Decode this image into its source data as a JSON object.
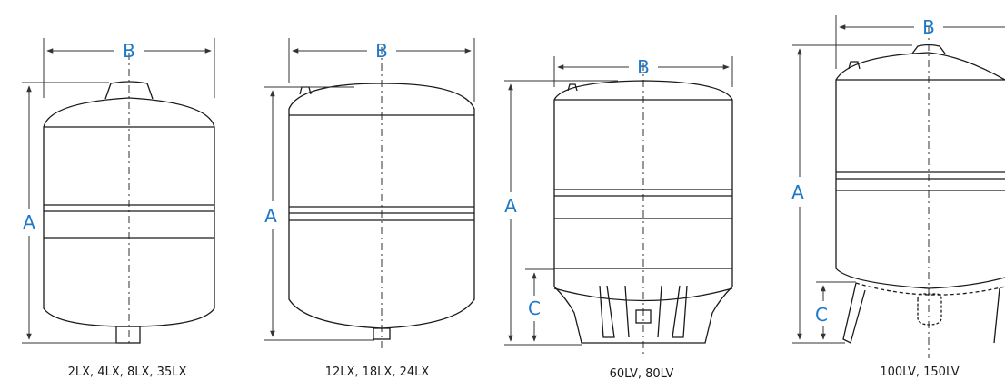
{
  "colors": {
    "line": "#1a1a1a",
    "dimension_line": "#333333",
    "dimension_text": "#1e78c8",
    "caption_text": "#1a1a1a",
    "background": "#ffffff"
  },
  "tanks": [
    {
      "caption": "2LX, 4LX, 8LX, 35LX",
      "dimensions": {
        "a": "A",
        "b": "B"
      }
    },
    {
      "caption": "12LX, 18LX, 24LX",
      "dimensions": {
        "a": "A",
        "b": "B"
      }
    },
    {
      "caption": "60LV, 80LV",
      "dimensions": {
        "a": "A",
        "b": "B",
        "c": "C"
      }
    },
    {
      "caption": "100LV, 150LV",
      "dimensions": {
        "a": "A",
        "b": "B",
        "c": "C"
      }
    }
  ]
}
